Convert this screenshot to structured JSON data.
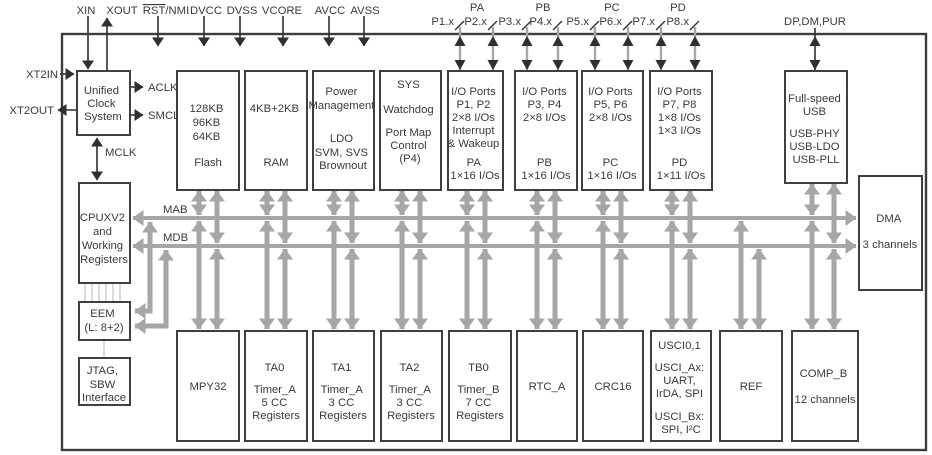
{
  "colors": {
    "block_border": "#3f3f3f",
    "bus_gray": "#a6a6a6",
    "pin_black": "#2f2f2f",
    "text": "#3a3a3a",
    "background": "#ffffff"
  },
  "top_pins": {
    "xin": "XIN",
    "xout": "XOUT",
    "rst_part1": "RST",
    "rst_part2": "/NMI",
    "dvcc": "DVCC",
    "dvss": "DVSS",
    "vcore": "VCORE",
    "avcc": "AVCC",
    "avss": "AVSS",
    "usb_pins": "DP,DM,PUR",
    "port_groups": [
      {
        "group": "PA",
        "pin1": "P1.x",
        "pin2": "P2.x"
      },
      {
        "group": "PB",
        "pin1": "P3.x",
        "pin2": "P4.x"
      },
      {
        "group": "PC",
        "pin1": "P5.x",
        "pin2": "P6.x"
      },
      {
        "group": "PD",
        "pin1": "P7.x",
        "pin2": "P8.x"
      }
    ]
  },
  "left_pins": {
    "xt2in": "XT2IN",
    "xt2out": "XT2OUT"
  },
  "clock_signals": {
    "aclk": "ACLK",
    "smclk": "SMCLK",
    "mclk": "MCLK"
  },
  "buses": {
    "address_bus": "MAB",
    "data_bus": "MDB"
  },
  "blocks": {
    "ucs": {
      "lines": [
        "Unified",
        "Clock",
        "System"
      ]
    },
    "cpu": {
      "lines": [
        "CPUXV2",
        "and",
        "Working",
        "Registers"
      ]
    },
    "eem": {
      "lines": [
        "EEM",
        "(L: 8+2)"
      ]
    },
    "jtag": {
      "lines": [
        "JTAG,",
        "SBW",
        "Interface"
      ]
    },
    "flash": {
      "lines": [
        "128KB",
        "96KB",
        "64KB",
        "Flash"
      ]
    },
    "ram": {
      "lines": [
        "4KB+2KB",
        "RAM"
      ]
    },
    "pmm": {
      "lines": [
        "Power",
        "Management",
        "LDO",
        "SVM, SVS",
        "Brownout"
      ]
    },
    "sys": {
      "lines": [
        "SYS",
        "Watchdog",
        "Port Map",
        "Control",
        "(P4)"
      ]
    },
    "port12": {
      "lines": [
        "I/O Ports",
        "P1, P2",
        "2×8 I/Os",
        "Interrupt",
        "& Wakeup",
        "PA",
        "1×16 I/Os"
      ]
    },
    "port34": {
      "lines": [
        "I/O Ports",
        "P3, P4",
        "2×8 I/Os",
        "PB",
        "1×16 I/Os"
      ]
    },
    "port56": {
      "lines": [
        "I/O Ports",
        "P5, P6",
        "2×8 I/Os",
        "PC",
        "1×16 I/Os"
      ]
    },
    "port78": {
      "lines": [
        "I/O Ports",
        "P7, P8",
        "1×8 I/Os",
        "1×3 I/Os",
        "PD",
        "1×11 I/Os"
      ]
    },
    "usb": {
      "lines": [
        "Full-speed",
        "USB",
        "USB-PHY",
        "USB-LDO",
        "USB-PLL"
      ]
    },
    "dma": {
      "lines": [
        "DMA",
        "3 channels"
      ]
    },
    "mpy32": {
      "lines": [
        "MPY32"
      ]
    },
    "ta0": {
      "lines": [
        "TA0",
        "Timer_A",
        "5 CC",
        "Registers"
      ]
    },
    "ta1": {
      "lines": [
        "TA1",
        "Timer_A",
        "3 CC",
        "Registers"
      ]
    },
    "ta2": {
      "lines": [
        "TA2",
        "Timer_A",
        "3 CC",
        "Registers"
      ]
    },
    "tb0": {
      "lines": [
        "TB0",
        "Timer_B",
        "7 CC",
        "Registers"
      ]
    },
    "rtc": {
      "lines": [
        "RTC_A"
      ]
    },
    "crc": {
      "lines": [
        "CRC16"
      ]
    },
    "usci": {
      "lines": [
        "USCI0,1",
        "USCI_Ax:",
        "UART,",
        "IrDA, SPI",
        "USCI_Bx:",
        "SPI, I²C"
      ]
    },
    "ref": {
      "lines": [
        "REF"
      ]
    },
    "comp_b": {
      "lines": [
        "COMP_B",
        "12 channels"
      ]
    }
  }
}
